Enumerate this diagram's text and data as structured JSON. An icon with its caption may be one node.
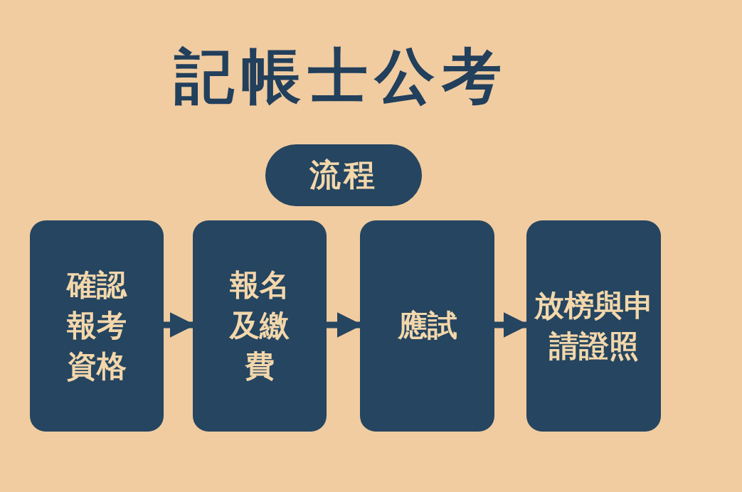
{
  "diagram": {
    "title": "記帳士公考",
    "nodes": [
      {
        "text": [
          "流程"
        ]
      },
      {
        "text": [
          "確認報考資格"
        ]
      },
      {
        "text": [
          "報名及繳費"
        ]
      },
      {
        "text": [
          "應試"
        ]
      },
      {
        "text": [
          "放榜與申請證照"
        ]
      }
    ],
    "edges": [
      {
        "from": 1,
        "to": 2,
        "arrow": "to"
      },
      {
        "from": 2,
        "to": 3,
        "arrow": "to"
      },
      {
        "from": 3,
        "to": 4,
        "arrow": "to"
      }
    ]
  }
}
